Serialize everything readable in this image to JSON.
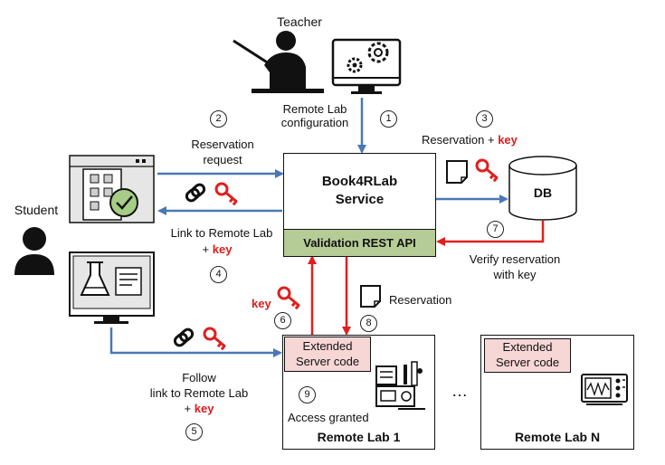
{
  "teacher": {
    "label": "Teacher"
  },
  "student": {
    "label": "Student"
  },
  "service": {
    "title_line1": "Book4RLab",
    "title_line2": "Service",
    "api_label": "Validation REST API"
  },
  "db": {
    "label": "DB"
  },
  "labs": [
    {
      "ext_line1": "Extended",
      "ext_line2": "Server code",
      "name": "Remote Lab 1"
    },
    {
      "ext_line1": "Extended",
      "ext_line2": "Server code",
      "name": "Remote Lab N"
    }
  ],
  "ellipsis": "…",
  "steps": {
    "s1": {
      "num": "1",
      "line1": "Remote Lab",
      "line2": "configuration"
    },
    "s2": {
      "num": "2",
      "line1": "Reservation",
      "line2": "request"
    },
    "s3": {
      "num": "3",
      "text": "Reservation + ",
      "key": "key"
    },
    "s4": {
      "num": "4",
      "line1": "Link to Remote Lab",
      "line2_prefix": "+ ",
      "key": "key"
    },
    "s5": {
      "num": "5",
      "line1": "Follow",
      "line2": "link to Remote Lab",
      "line3_prefix": "+ ",
      "key": "key"
    },
    "s6": {
      "num": "6",
      "key": "key"
    },
    "s7": {
      "num": "7",
      "line1": "Verify reservation",
      "line2": "with key"
    },
    "s8": {
      "num": "8",
      "label": "Reservation"
    },
    "s9": {
      "num": "9",
      "label": "Access granted"
    }
  },
  "colors": {
    "blue_arrow": "#4a78b5",
    "red_arrow": "#e02020",
    "api_fill": "#b5cc96",
    "ext_fill": "#f7d6d6",
    "key_red": "#e01b1b"
  },
  "icons": [
    "teacher-icon",
    "config-monitor-icon",
    "reservation-app-icon",
    "student-icon",
    "lab-monitor-icon",
    "chain-link-icon",
    "key-icon",
    "document-icon",
    "lab-equipment-icon",
    "oscilloscope-icon",
    "database-icon"
  ]
}
